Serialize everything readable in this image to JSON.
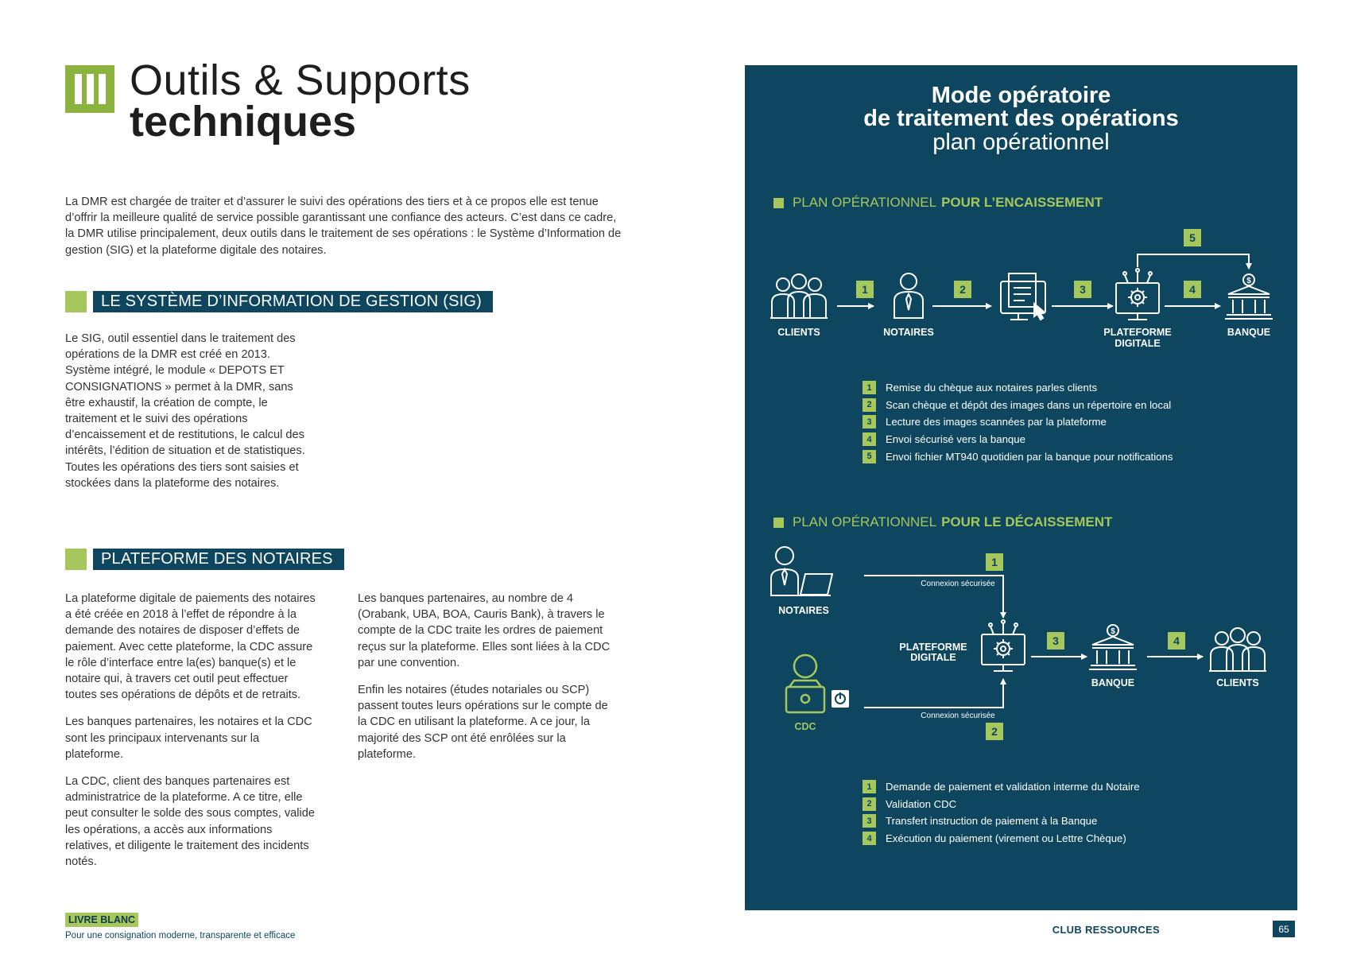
{
  "header": {
    "chapter_numeral": "III",
    "title_light": "Outils & Supports",
    "title_bold": "techniques"
  },
  "intro": "La DMR est chargée de traiter et d’assurer le suivi des opérations des tiers et à ce propos elle est tenue d’offrir la meilleure qualité de service possible garantissant une confiance des acteurs. C’est dans ce cadre, la DMR utilise principalement, deux outils dans le traitement de ses opérations : le Système d’Information de gestion (SIG) et la plateforme digitale des notaires.",
  "sig": {
    "heading": "LE SYSTÈME D’INFORMATION  DE GESTION (SIG)",
    "text": "Le SIG, outil essentiel dans le traitement des opérations de la DMR est créé en 2013. Système intégré, le module « DEPOTS ET CONSIGNATIONS » permet à la DMR, sans être exhaustif, la création de compte, le traitement et le suivi des opérations d’encaissement et de restitutions, le calcul des intérêts, l’édition de situation et de statistiques. Toutes les opérations des tiers sont saisies et stockées dans la plateforme des notaires."
  },
  "plateforme": {
    "heading": "PLATEFORME DES NOTAIRES",
    "col1": [
      "La plateforme digitale de paiements des notaires a été créée en 2018 à l’effet de répondre à la demande des notaires de disposer d’effets de paiement. Avec cette plateforme, la CDC assure le rôle d’interface entre la(es) banque(s) et le notaire qui, à travers cet outil peut effectuer toutes ses opérations de dépôts et de retraits.",
      "Les banques partenaires, les notaires et la CDC sont les principaux intervenants sur la plateforme.",
      "La CDC, client des banques partenaires est administratrice de la plateforme. A ce titre, elle peut consulter le solde des sous comptes, valide les opérations, a accès aux informations relatives, et diligente le traitement des incidents notés."
    ],
    "col2": [
      "Les banques partenaires, au nombre de 4 (Orabank, UBA, BOA, Cauris Bank), à travers le compte de la CDC traite les ordres de paiement reçus sur la plateforme. Elles sont liées à la CDC par une convention.",
      "Enfin les notaires (études notariales ou SCP) passent toutes leurs opérations sur le compte de la CDC en utilisant la plateforme. A ce jour, la majorité des SCP ont été enrôlées sur la plateforme."
    ]
  },
  "panel": {
    "title_line1": "Mode opératoire",
    "title_line2": "de traitement des opérations",
    "title_line3": "plan opérationnel",
    "encaissement": {
      "title_light": "PLAN OPÉRATIONNEL",
      "title_bold": "POUR L’ENCAISSEMENT",
      "labels": {
        "clients": "CLIENTS",
        "notaires": "NOTAIRES",
        "plateforme_1": "PLATEFORME",
        "plateforme_2": "DIGITALE",
        "banque": "BANQUE"
      },
      "steps": [
        "1",
        "2",
        "3",
        "4",
        "5"
      ],
      "legend": [
        {
          "num": "1",
          "text": "Remise du chèque aux notaires parles clients"
        },
        {
          "num": "2",
          "text": "Scan chèque et dépôt des images dans un répertoire en local"
        },
        {
          "num": "3",
          "text": "Lecture des images scannées par la plateforme"
        },
        {
          "num": "4",
          "text": "Envoi sécurisé vers la banque"
        },
        {
          "num": "5",
          "text": "Envoi fichier MT940 quotidien par la banque pour notifications"
        }
      ]
    },
    "decaissement": {
      "title_light": "PLAN OPÉRATIONNEL",
      "title_bold": "POUR LE DÉCAISSEMENT",
      "labels": {
        "notaires": "NOTAIRES",
        "plateforme_1": "PLATEFORME",
        "plateforme_2": "DIGITALE",
        "banque": "BANQUE",
        "clients": "CLIENTS",
        "cdc": "CDC",
        "connexion_top": "Connexion sécurisée",
        "connexion_bottom": "Connexion sécurisée"
      },
      "steps": [
        "1",
        "2",
        "3",
        "4"
      ],
      "legend": [
        {
          "num": "1",
          "text": "Demande de paiement et validation interme du Notaire"
        },
        {
          "num": "2",
          "text": "Validation CDC"
        },
        {
          "num": "3",
          "text": "Transfert instruction de paiement à la Banque"
        },
        {
          "num": "4",
          "text": "Exécution du paiement (virement ou Lettre Chèque)"
        }
      ]
    }
  },
  "footer": {
    "badge": "LIVRE BLANC",
    "subtitle": "Pour une consignation moderne, transparente et efficace",
    "club": "CLUB RESSOURCES",
    "page": "65"
  },
  "colors": {
    "navy": "#0e4660",
    "green": "#a6c75b",
    "chapter_green": "#8cb33d",
    "text": "#333333"
  }
}
